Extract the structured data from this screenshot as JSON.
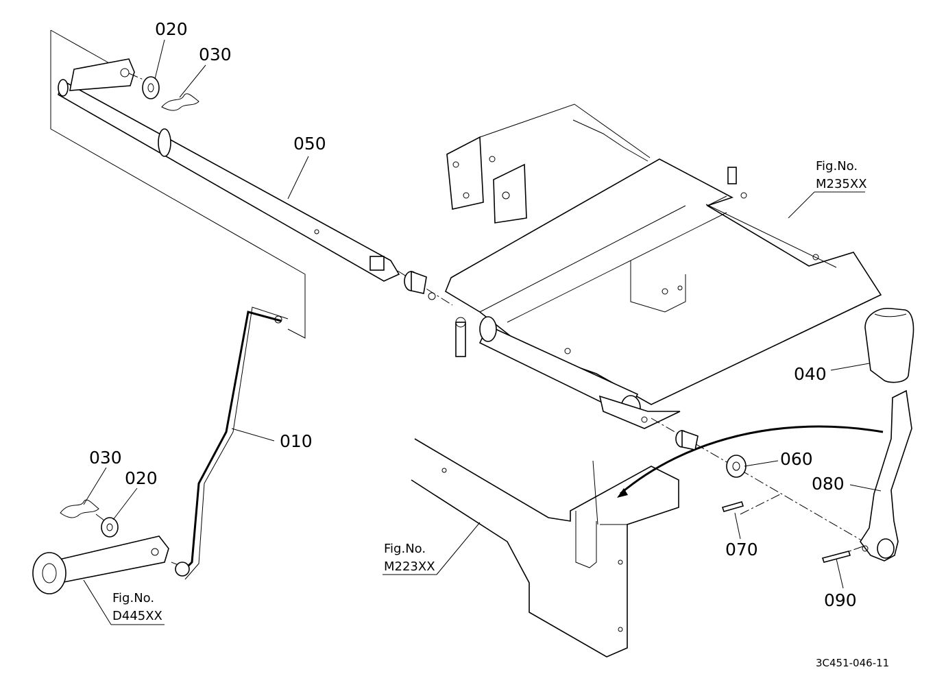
{
  "parts": [
    {
      "id": "p010",
      "label": "010"
    },
    {
      "id": "p020a",
      "label": "020"
    },
    {
      "id": "p020b",
      "label": "020"
    },
    {
      "id": "p030a",
      "label": "030"
    },
    {
      "id": "p030b",
      "label": "030"
    },
    {
      "id": "p040",
      "label": "040"
    },
    {
      "id": "p050",
      "label": "050"
    },
    {
      "id": "p060",
      "label": "060"
    },
    {
      "id": "p070",
      "label": "070"
    },
    {
      "id": "p080",
      "label": "080"
    },
    {
      "id": "p090",
      "label": "090"
    }
  ],
  "figure_refs": [
    {
      "id": "ref_m235",
      "prefix": "Fig.No.",
      "code": "M235XX"
    },
    {
      "id": "ref_m223",
      "prefix": "Fig.No.",
      "code": "M223XX"
    },
    {
      "id": "ref_d445",
      "prefix": "Fig.No.",
      "code": "D445XX"
    }
  ],
  "drawing_code": "3C451-046-11"
}
